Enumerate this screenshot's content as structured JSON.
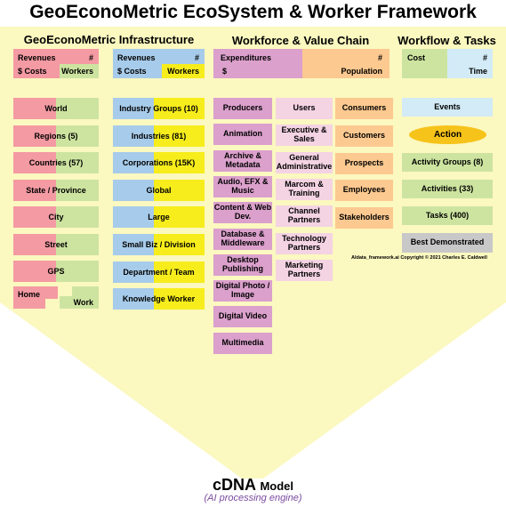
{
  "title": "GeoEconoMetric EcoSystem & Worker Framework",
  "headers": {
    "infrastructure": "GeoEconoMetric Infrastructure",
    "workforce": "Workforce & Value Chain",
    "workflow": "Workflow & Tasks"
  },
  "colors": {
    "funnel": "#fbf8c0",
    "pink": "#f49aa3",
    "green": "#cde4a0",
    "blue": "#a7cbea",
    "yellow": "#f7ed1c",
    "magenta": "#dba0cc",
    "light_pink": "#f4d3e3",
    "orange": "#fcc990",
    "light_blue": "#d2ebf6",
    "action": "#f6c31a",
    "grey": "#c8c8c8"
  },
  "metric_headers": {
    "geo": {
      "top_left": "Revenues",
      "top_right": "#",
      "bottom_left": "$ Costs",
      "bottom_right": "Workers"
    },
    "industry": {
      "top_left": "Revenues",
      "top_right": "#",
      "bottom_left": "$ Costs",
      "bottom_right": "Workers"
    },
    "workforce": {
      "top_left": "Expenditures",
      "top_right": "#",
      "bottom_left": "$",
      "bottom_right": "Population"
    },
    "workflow": {
      "top_left": "Cost",
      "top_right": "#",
      "bottom_left": "",
      "bottom_right": "Time"
    }
  },
  "geo_levels": [
    "World",
    "Regions (5)",
    "Countries (57)",
    "State / Province",
    "City",
    "Street",
    "GPS"
  ],
  "geo_home_work": {
    "home": "Home",
    "work": "Work"
  },
  "industry_levels": [
    "Industry Groups (10)",
    "Industries (81)",
    "Corporations (15K)",
    "Global",
    "Large",
    "Small Biz / Division",
    "Department / Team",
    "Knowledge Worker"
  ],
  "producers": [
    "Producers",
    "Animation",
    "Archive & Metadata",
    "Audio, EFX & Music",
    "Content & Web Dev.",
    "Database & Middleware",
    "Desktop Publishing",
    "Digital Photo / Image",
    "Digital Video",
    "Multimedia"
  ],
  "users": [
    "Users",
    "Executive & Sales",
    "General Administrative",
    "Marcom & Training",
    "Channel Partners",
    "Technology Partners",
    "Marketing Partners"
  ],
  "consumers": [
    "Consumers",
    "Customers",
    "Prospects",
    "Employees",
    "Stakeholders"
  ],
  "workflow": {
    "events": "Events",
    "action": "Action",
    "activity_groups": "Activity Groups (8)",
    "activities": "Activities (33)",
    "tasks": "Tasks (400)",
    "best": "Best Demonstrated"
  },
  "copyright": "Aldata_framework.ai Copyright © 2021 Charles E. Caldwell",
  "footer": {
    "model_big": "cDNA",
    "model_small": "Model",
    "subtitle": "(AI processing engine)"
  }
}
